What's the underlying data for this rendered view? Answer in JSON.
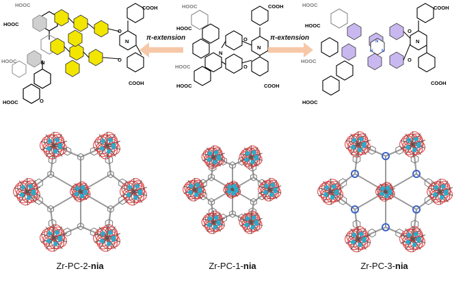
{
  "reaction": {
    "left_label": "π-extension",
    "right_label": "π-extension",
    "group_cooh": "COOH",
    "group_hooc": "HOOC",
    "atom_n": "N",
    "atom_o": "O"
  },
  "captions": [
    {
      "prefix": "Zr-PC-2-",
      "bold": "nia"
    },
    {
      "prefix": "Zr-PC-1-",
      "bold": "nia"
    },
    {
      "prefix": "Zr-PC-3-",
      "bold": "nia"
    }
  ],
  "colors": {
    "yellow_linker": "#f2e600",
    "purple_linker": "#c9b8f0",
    "triazine_blue": "#3a63c8",
    "arrow_peach": "#f6c8a8",
    "zr_cyan": "#2fa9c9",
    "oxygen_red": "#d83a3a",
    "carbon_grey": "#9a9a9a"
  }
}
